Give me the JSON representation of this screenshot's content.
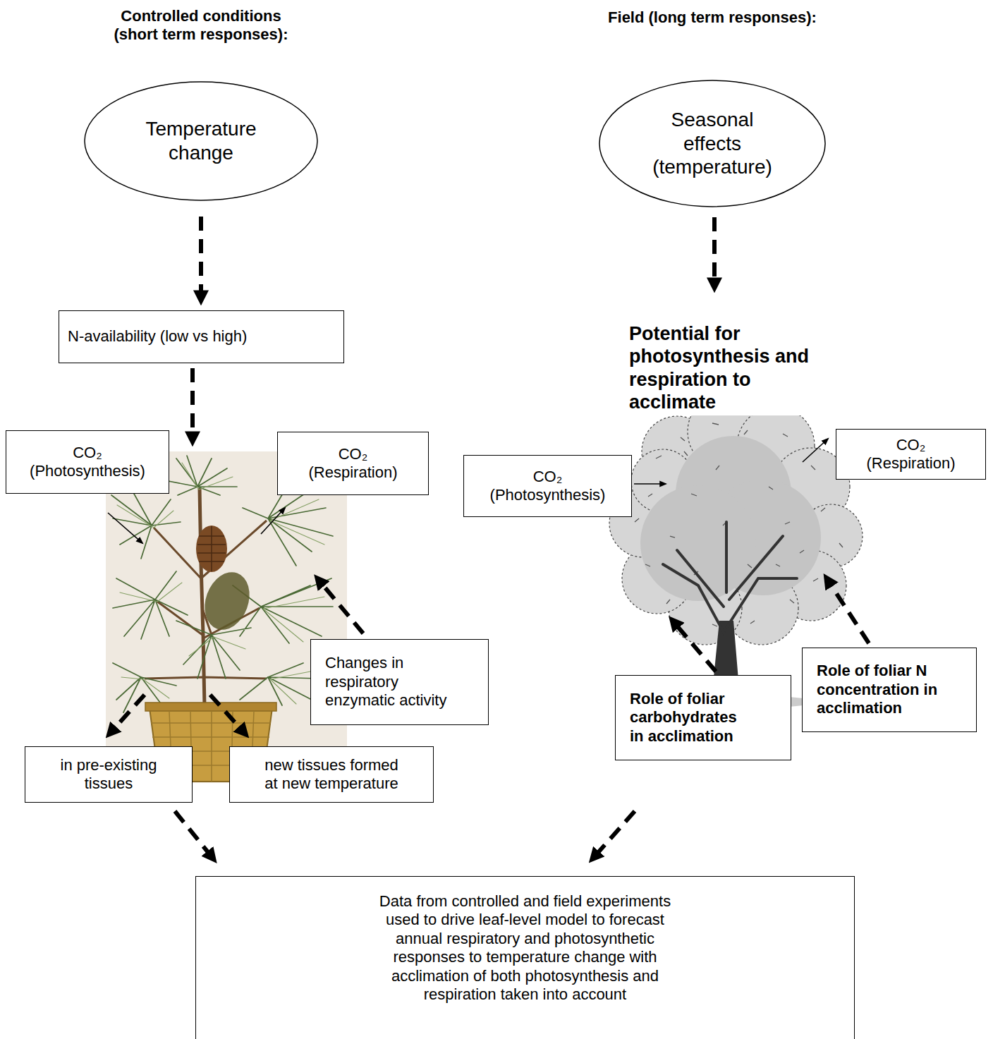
{
  "diagram": {
    "nodes": [
      {
        "text": [
          "Temperature change"
        ]
      },
      {
        "text": [
          "Seasonal effects (temperature)"
        ]
      },
      {
        "text": [
          "N-availability (low vs high)"
        ]
      },
      {
        "text": [
          "CO₂ (Photosynthesis)"
        ]
      },
      {
        "text": [
          "CO₂ (Respiration)"
        ]
      },
      {
        "text": [
          "CO₂ (Respiration)"
        ]
      },
      {
        "text": [
          "CO₂ (Photosynthesis)"
        ]
      },
      {
        "text": [
          "Changes in respiratory enzymatic activity"
        ]
      },
      {
        "text": [
          "Role of foliar N concentration in acclimation"
        ]
      },
      {
        "text": [
          "Role of foliar carbohydrates in acclimation"
        ]
      },
      {
        "text": [
          "in pre-existing tissues"
        ]
      },
      {
        "text": [
          "new tissues formed at new temperature"
        ]
      },
      {
        "text": [
          "Data from controlled and field experiments used to drive leaf-level model to forecast annual respiratory and photosynthetic responses to temperature change with acclimation of both photosynthesis and respiration taken into account"
        ]
      }
    ],
    "edges": [
      {
        "from": 0,
        "to": 2,
        "arrow": "to"
      }
    ],
    "labels": [
      "Controlled conditions (short term responses):",
      "Field (long term responses):",
      "Potential for photosynthesis and respiration to acclimate"
    ]
  }
}
